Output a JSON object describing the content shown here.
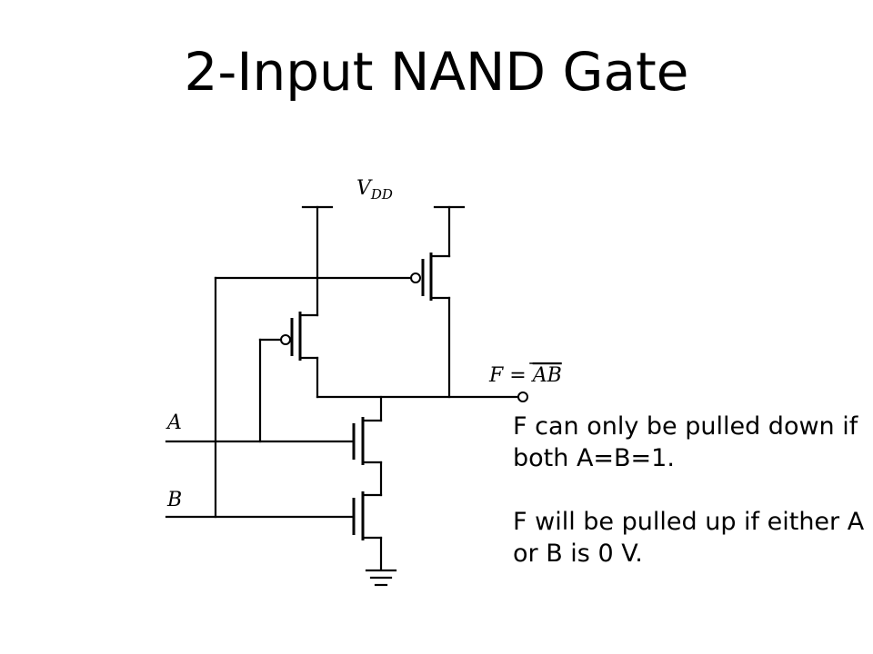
{
  "slide": {
    "title": "2-Input NAND Gate"
  },
  "circuit": {
    "supply_label": "V",
    "supply_subscript": "DD",
    "output_label_prefix": "F = ",
    "output_label_overbar": "AB",
    "input_a_label": "A",
    "input_b_label": "B"
  },
  "notes": {
    "line1": "F can only be pulled down if both A=B=1.",
    "line2": "F will be pulled up if either A or B is 0 V."
  }
}
